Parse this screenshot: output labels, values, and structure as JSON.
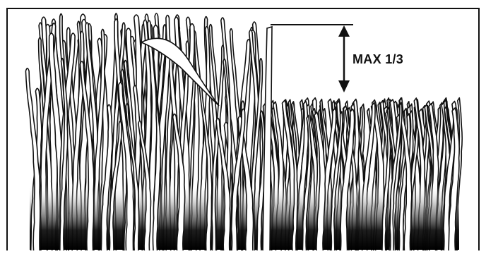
{
  "diagram": {
    "label": "MAX 1/3",
    "colors": {
      "ink": "#111111",
      "background": "#ffffff",
      "ground": "#0a0a0a"
    },
    "uncut_blade_count": 70,
    "cut_blade_count": 110,
    "cut_fraction": 0.3333
  }
}
